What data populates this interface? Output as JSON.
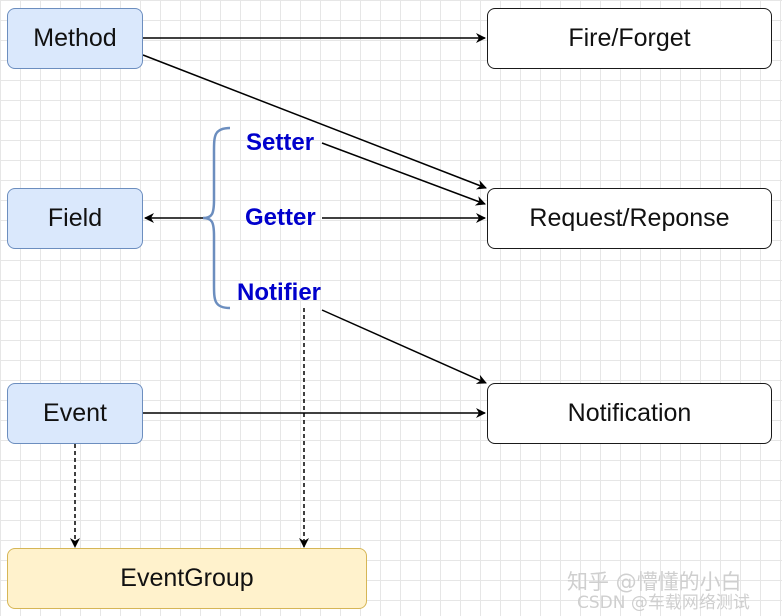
{
  "nodes": {
    "method": "Method",
    "field": "Field",
    "event": "Event",
    "event_group": "EventGroup",
    "fire_forget": "Fire/Forget",
    "request_response": "Request/Reponse",
    "notification": "Notification"
  },
  "labels": {
    "setter": "Setter",
    "getter": "Getter",
    "notifier": "Notifier"
  },
  "colors": {
    "blue_fill": "#dae8fc",
    "blue_stroke": "#6c8ebf",
    "yellow_fill": "#fff2cc",
    "yellow_stroke": "#d6b656",
    "label_text": "#0000cc",
    "brace": "#6c8ebf"
  },
  "watermark": {
    "line1": "知乎 @懵懂的小白",
    "line2": "CSDN @车载网络测试"
  }
}
